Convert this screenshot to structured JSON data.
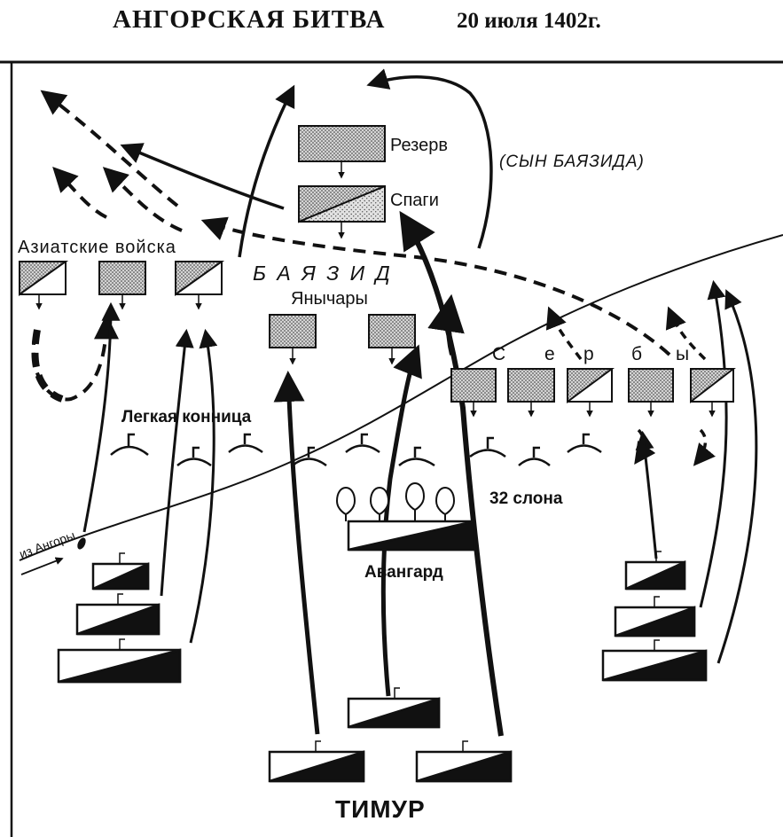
{
  "title": {
    "main": "АНГОРСКАЯ БИТВА",
    "date": "20 июля 1402г."
  },
  "labels": {
    "reserve": "Резерв",
    "spahi": "Спаги",
    "son": "(СЫН БАЯЗИДА)",
    "asian_troops": "Азиатские войска",
    "bayezid": "Б А Я З И Д",
    "janissaries": "Янычары",
    "serbs": [
      "С",
      "е",
      "р",
      "б",
      "ы"
    ],
    "light_cavalry": "Легкая конница",
    "elephants": "32 слона",
    "from_angora": "из Ангоры",
    "vanguard": "Авангард",
    "timur": "ТИМУР"
  },
  "colors": {
    "ink": "#111111",
    "paper": "#ffffff",
    "stipple": "#9a9a9a"
  },
  "icons": [
    "ottoman-unit-stippled-icon",
    "ottoman-unit-diagonal-icon",
    "timur-unit-wedge-icon",
    "cavalry-arc-icon",
    "elephant-icon",
    "attack-arrow-icon",
    "retreat-dashed-arrow-icon"
  ]
}
